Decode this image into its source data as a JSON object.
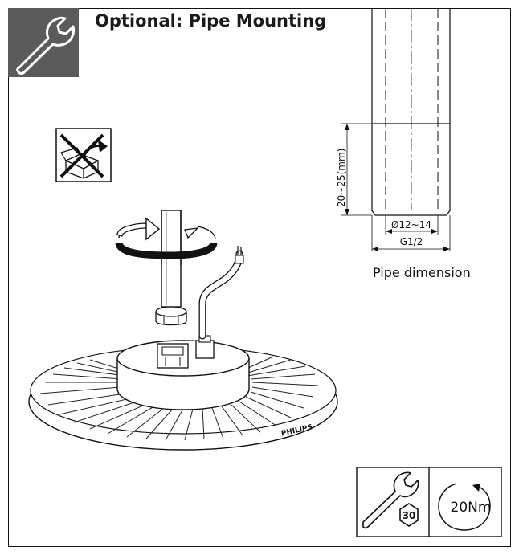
{
  "header": {
    "title": "Optional: Pipe Mounting"
  },
  "pipe_drawing": {
    "height_label": "20~25(mm)",
    "diameter_label": "Ø12~14",
    "thread_label": "G1/2",
    "caption": "Pipe dimension"
  },
  "fixture": {
    "brand": "PHILIPS"
  },
  "torque_panel": {
    "wrench_size": "30",
    "torque": "20Nm"
  },
  "icons": [
    "wrench-icon",
    "no-box-icon",
    "rotate-arrow-icon",
    "hex-nut-icon",
    "clockwise-arrow-icon"
  ]
}
